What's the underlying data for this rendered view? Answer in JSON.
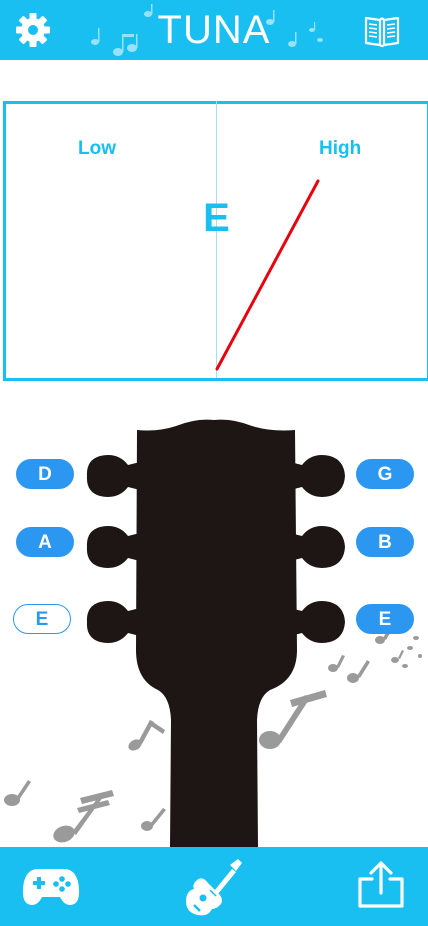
{
  "header": {
    "title": "TUNA",
    "settings_icon": "gear-icon",
    "guide_icon": "book-icon"
  },
  "tuner": {
    "low_label": "Low",
    "high_label": "High",
    "detected_note": "E",
    "needle_color": "#e8000d"
  },
  "strings": {
    "left": [
      {
        "label": "D",
        "selected": false
      },
      {
        "label": "A",
        "selected": false
      },
      {
        "label": "E",
        "selected": true
      }
    ],
    "right": [
      {
        "label": "G",
        "selected": false
      },
      {
        "label": "B",
        "selected": false
      },
      {
        "label": "E",
        "selected": false
      }
    ]
  },
  "footer": {
    "game_icon": "gamepad-icon",
    "tuner_icon": "guitar-icon",
    "share_icon": "share-icon"
  },
  "colors": {
    "accent": "#18bff0",
    "button": "#2c97f0",
    "headstock": "#1e1614"
  }
}
